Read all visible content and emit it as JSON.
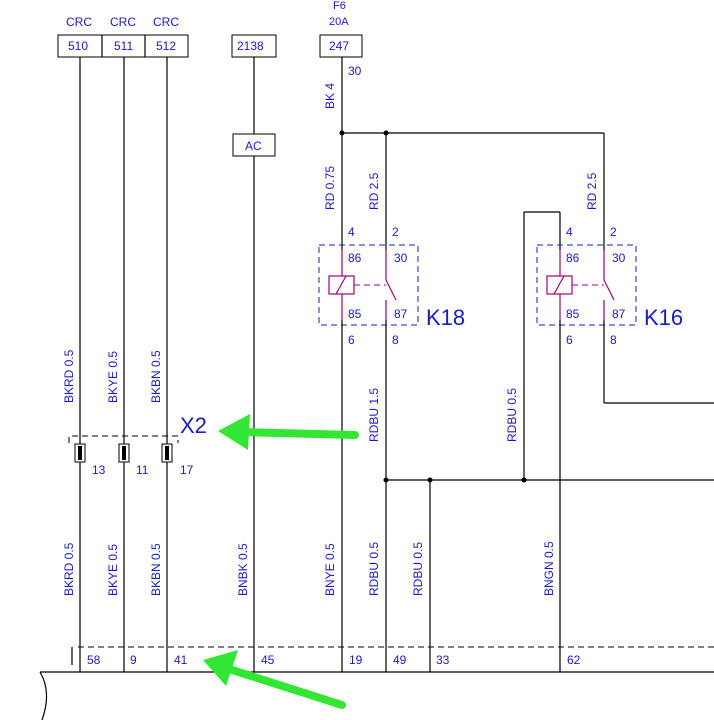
{
  "top_boxes": [
    {
      "code": "510",
      "label": "CRC"
    },
    {
      "code": "511",
      "label": "CRC"
    },
    {
      "code": "512",
      "label": "CRC"
    },
    {
      "code": "2138",
      "label": ""
    },
    {
      "code": "247",
      "label": "F6",
      "sublabel": "20A"
    }
  ],
  "pin_30": "30",
  "bk4": "BK 4",
  "ac": "AC",
  "k18": {
    "name": "K18",
    "wire_a": "RD 0.75",
    "wire_b": "RD 2.5",
    "top_pins": [
      "4",
      "2"
    ],
    "inner_top": [
      "86",
      "30"
    ],
    "inner_bottom": [
      "85",
      "87"
    ],
    "bottom_pins": [
      "6",
      "8"
    ]
  },
  "k16": {
    "name": "K16",
    "wire_b": "RD 2.5",
    "top_pins": [
      "4",
      "2"
    ],
    "inner_top": [
      "86",
      "30"
    ],
    "inner_bottom": [
      "85",
      "87"
    ],
    "bottom_pins": [
      "6",
      "8"
    ]
  },
  "upper_wires": [
    "BKRD 0.5",
    "BKYE 0.5",
    "BKBN 0.5"
  ],
  "rdbu_15": "RDBU 1.5",
  "rdbu_05_upper": "RDBU 0.5",
  "x2": {
    "name": "X2",
    "pins": [
      "13",
      "11",
      "17"
    ]
  },
  "lower_wires": [
    "BKRD 0.5",
    "BKYE 0.5",
    "BKBN 0.5",
    "BNBK 0.5",
    "BNYE 0.5",
    "RDBU 0.5",
    "RDBU 0.5",
    "BNGN 0.5"
  ],
  "bottom_pins": [
    "58",
    "9",
    "41",
    "45",
    "19",
    "49",
    "33",
    "62"
  ],
  "colors": {
    "label": "#1a1ac8",
    "wire": "#000000",
    "coil": "#a0007a",
    "arrow": "#33e633"
  }
}
